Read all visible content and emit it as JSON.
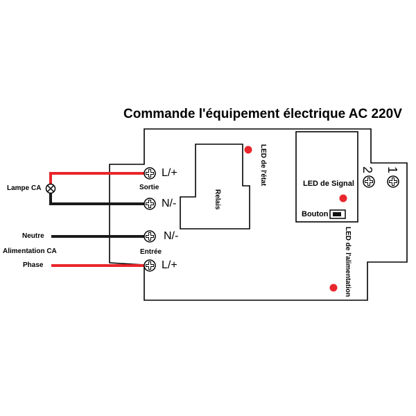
{
  "title": "Commande l'équipement électrique AC 220V",
  "labels": {
    "lampe": "Lampe CA",
    "neutre": "Neutre",
    "alimentation": "Alimentation CA",
    "phase": "Phase",
    "sortie": "Sortie",
    "entree": "Entrée",
    "relais": "Relais",
    "led_etat": "LED de l'état",
    "led_signal": "LED de Signal",
    "bouton": "Bouton",
    "led_alimentation": "LED de l'alimentation"
  },
  "terminals": {
    "out_l": "L/+",
    "out_n": "N/-",
    "in_n": "N/-",
    "in_l": "L/+"
  },
  "connectors": {
    "c2": "2",
    "c1": "1"
  },
  "colors": {
    "live_wire": "#e8262b",
    "neutral_wire": "#1a1a1a",
    "led": "#e8262b"
  }
}
